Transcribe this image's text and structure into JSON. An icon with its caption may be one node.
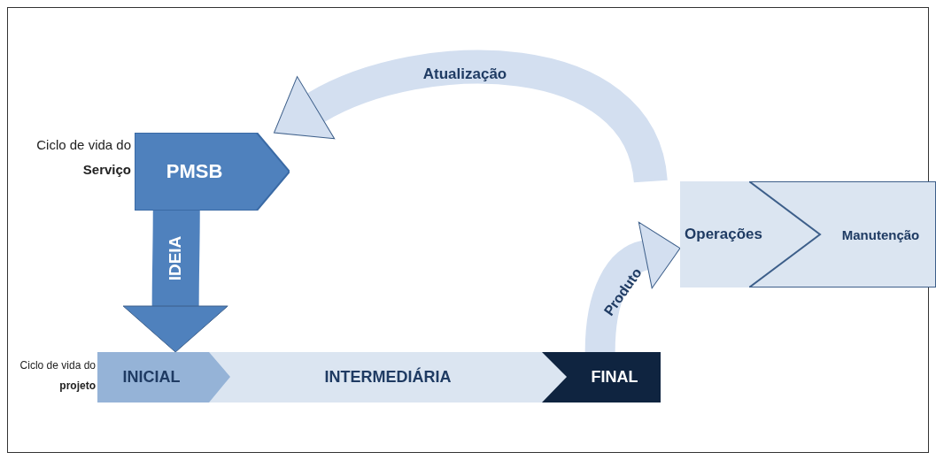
{
  "diagram": {
    "nodes": [
      {
        "text": [
          "PMSB"
        ],
        "beside": [
          "Ciclo de vida do **Serviço**"
        ]
      },
      {
        "text": [
          "INICIAL"
        ],
        "beside": [
          "Ciclo de vida do **projeto**"
        ]
      },
      {
        "text": [
          "INTERMEDIÁRIA"
        ]
      },
      {
        "text": [
          "FINAL"
        ]
      },
      {
        "text": [
          "Operações"
        ]
      },
      {
        "text": [
          "Manutenção"
        ]
      }
    ],
    "edges": [
      {
        "from": 0,
        "to": 1,
        "arrow": "to",
        "label": "IDEIA",
        "color": "#4f81bd"
      },
      {
        "from": 3,
        "to": 4,
        "arrow": "to",
        "label": "Produto"
      },
      {
        "from": 4,
        "to": 0,
        "arrow": "to",
        "label": "Atualização"
      }
    ]
  }
}
